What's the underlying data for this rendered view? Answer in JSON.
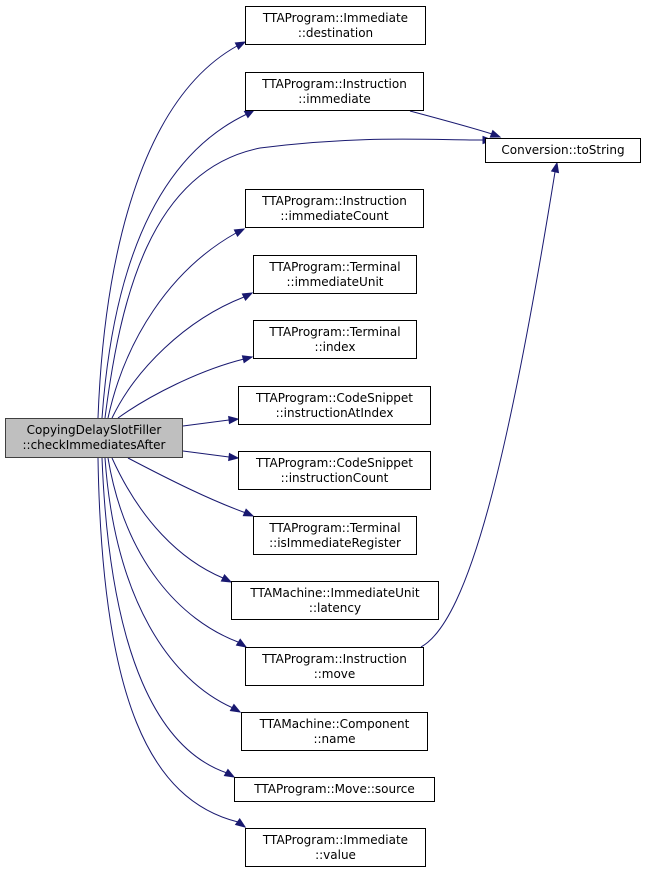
{
  "diagram": {
    "type": "call-graph",
    "edge_color": "#191970",
    "root_fill": "#bfbfbf",
    "nodes": [
      {
        "id": "root",
        "lines": [
          "CopyingDelaySlotFiller",
          "::checkImmediatesAfter"
        ],
        "root": true
      },
      {
        "id": "imm_dest",
        "lines": [
          "TTAProgram::Immediate",
          "::destination"
        ]
      },
      {
        "id": "ins_imm",
        "lines": [
          "TTAProgram::Instruction",
          "::immediate"
        ]
      },
      {
        "id": "conv",
        "lines": [
          "Conversion::toString"
        ]
      },
      {
        "id": "ins_immcount",
        "lines": [
          "TTAProgram::Instruction",
          "::immediateCount"
        ]
      },
      {
        "id": "term_immunit",
        "lines": [
          "TTAProgram::Terminal",
          "::immediateUnit"
        ]
      },
      {
        "id": "term_index",
        "lines": [
          "TTAProgram::Terminal",
          "::index"
        ]
      },
      {
        "id": "cs_insat",
        "lines": [
          "TTAProgram::CodeSnippet",
          "::instructionAtIndex"
        ]
      },
      {
        "id": "cs_inscount",
        "lines": [
          "TTAProgram::CodeSnippet",
          "::instructionCount"
        ]
      },
      {
        "id": "term_isimmreg",
        "lines": [
          "TTAProgram::Terminal",
          "::isImmediateRegister"
        ]
      },
      {
        "id": "iu_latency",
        "lines": [
          "TTAMachine::ImmediateUnit",
          "::latency"
        ]
      },
      {
        "id": "ins_move",
        "lines": [
          "TTAProgram::Instruction",
          "::move"
        ]
      },
      {
        "id": "comp_name",
        "lines": [
          "TTAMachine::Component",
          "::name"
        ]
      },
      {
        "id": "move_source",
        "lines": [
          "TTAProgram::Move::source"
        ]
      },
      {
        "id": "imm_value",
        "lines": [
          "TTAProgram::Immediate",
          "::value"
        ]
      }
    ],
    "edges": [
      {
        "from": "root",
        "to": "imm_dest"
      },
      {
        "from": "root",
        "to": "ins_imm"
      },
      {
        "from": "root",
        "to": "conv"
      },
      {
        "from": "root",
        "to": "ins_immcount"
      },
      {
        "from": "root",
        "to": "term_immunit"
      },
      {
        "from": "root",
        "to": "term_index"
      },
      {
        "from": "root",
        "to": "cs_insat"
      },
      {
        "from": "root",
        "to": "cs_inscount"
      },
      {
        "from": "root",
        "to": "term_isimmreg"
      },
      {
        "from": "root",
        "to": "iu_latency"
      },
      {
        "from": "root",
        "to": "ins_move"
      },
      {
        "from": "root",
        "to": "comp_name"
      },
      {
        "from": "root",
        "to": "move_source"
      },
      {
        "from": "root",
        "to": "imm_value"
      },
      {
        "from": "ins_imm",
        "to": "conv"
      },
      {
        "from": "ins_move",
        "to": "conv"
      }
    ]
  }
}
